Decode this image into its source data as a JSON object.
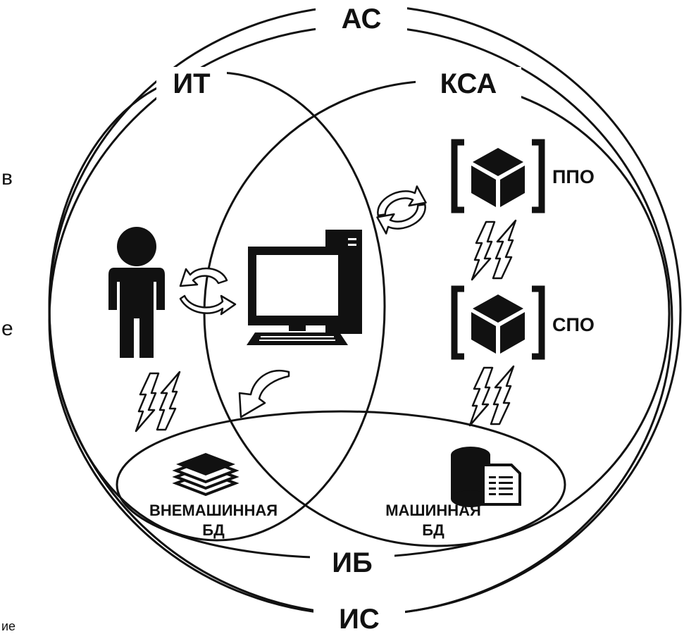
{
  "regions": {
    "as": "АС",
    "it": "ИТ",
    "ksa": "КСА",
    "ib": "ИБ",
    "is": "ИС"
  },
  "components": {
    "ppo": "ППО",
    "spo": "СПО",
    "offline_db": [
      "ВНЕМАШИННАЯ",
      "БД"
    ],
    "machine_db": [
      "МАШИННАЯ",
      "БД"
    ]
  },
  "edge_fragments": {
    "left_1": "в",
    "left_2": "е",
    "bottom_left": "ие"
  },
  "icons": [
    "user-icon",
    "computer-icon",
    "software-package-icon",
    "document-stack-icon",
    "database-document-icon",
    "exchange-arrows-icon",
    "curved-arrow-icon"
  ],
  "colors": {
    "stroke": "#111111",
    "background": "#ffffff"
  }
}
